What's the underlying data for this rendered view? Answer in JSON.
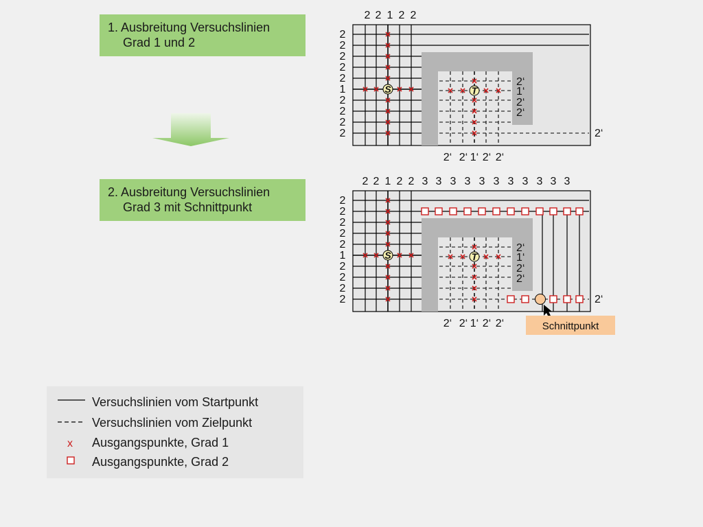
{
  "step1": {
    "line1": "1. Ausbreitung Versuchslinien",
    "line2": "Grad 1 und 2"
  },
  "step2": {
    "line1": "2. Ausbreitung Versuchslinien",
    "line2": "Grad 3 mit Schnittpunkt"
  },
  "diagram1": {
    "top_labels": [
      "2",
      "2",
      "1",
      "2",
      "2"
    ],
    "left_labels": [
      "2",
      "2",
      "2",
      "2",
      "2",
      "1",
      "2",
      "2",
      "2",
      "2"
    ],
    "right_labels": [
      "2‘",
      "1‘",
      "2‘",
      "2‘"
    ],
    "bottom_labels": [
      "2‘",
      "2‘",
      "1‘",
      "2‘",
      "2‘"
    ],
    "extra_right_label": "2‘",
    "start_label": "S",
    "target_label": "T"
  },
  "diagram2": {
    "top_labels": [
      "2",
      "2",
      "1",
      "2",
      "2",
      "3",
      "3",
      "3",
      "3",
      "3",
      "3",
      "3",
      "3",
      "3",
      "3",
      "3"
    ],
    "left_labels": [
      "2",
      "2",
      "2",
      "2",
      "2",
      "1",
      "2",
      "2",
      "2",
      "2"
    ],
    "right_labels": [
      "2‘",
      "1‘",
      "2‘",
      "2‘"
    ],
    "bottom_labels": [
      "2‘",
      "2‘",
      "1‘",
      "2‘",
      "2‘"
    ],
    "extra_right_label": "2‘",
    "start_label": "S",
    "target_label": "T",
    "intersection_label": "Schnittpunkt"
  },
  "legend": {
    "items": [
      {
        "symbol": "solid-line",
        "label": "Versuchslinien vom Startpunkt"
      },
      {
        "symbol": "dashed-line",
        "label": "Versuchslinien vom Zielpunkt"
      },
      {
        "symbol": "x",
        "label": "Ausgangspunkte, Grad 1"
      },
      {
        "symbol": "square",
        "label": "Ausgangspunkte, Grad 2"
      }
    ]
  },
  "colors": {
    "step_box": "#9fd07c",
    "marker_red": "#cc1f1f",
    "intersection_fill": "#f9c99a",
    "node_fill": "#f4eeb0",
    "obstacle": "#b5b5b5",
    "panel": "#e6e6e6"
  }
}
